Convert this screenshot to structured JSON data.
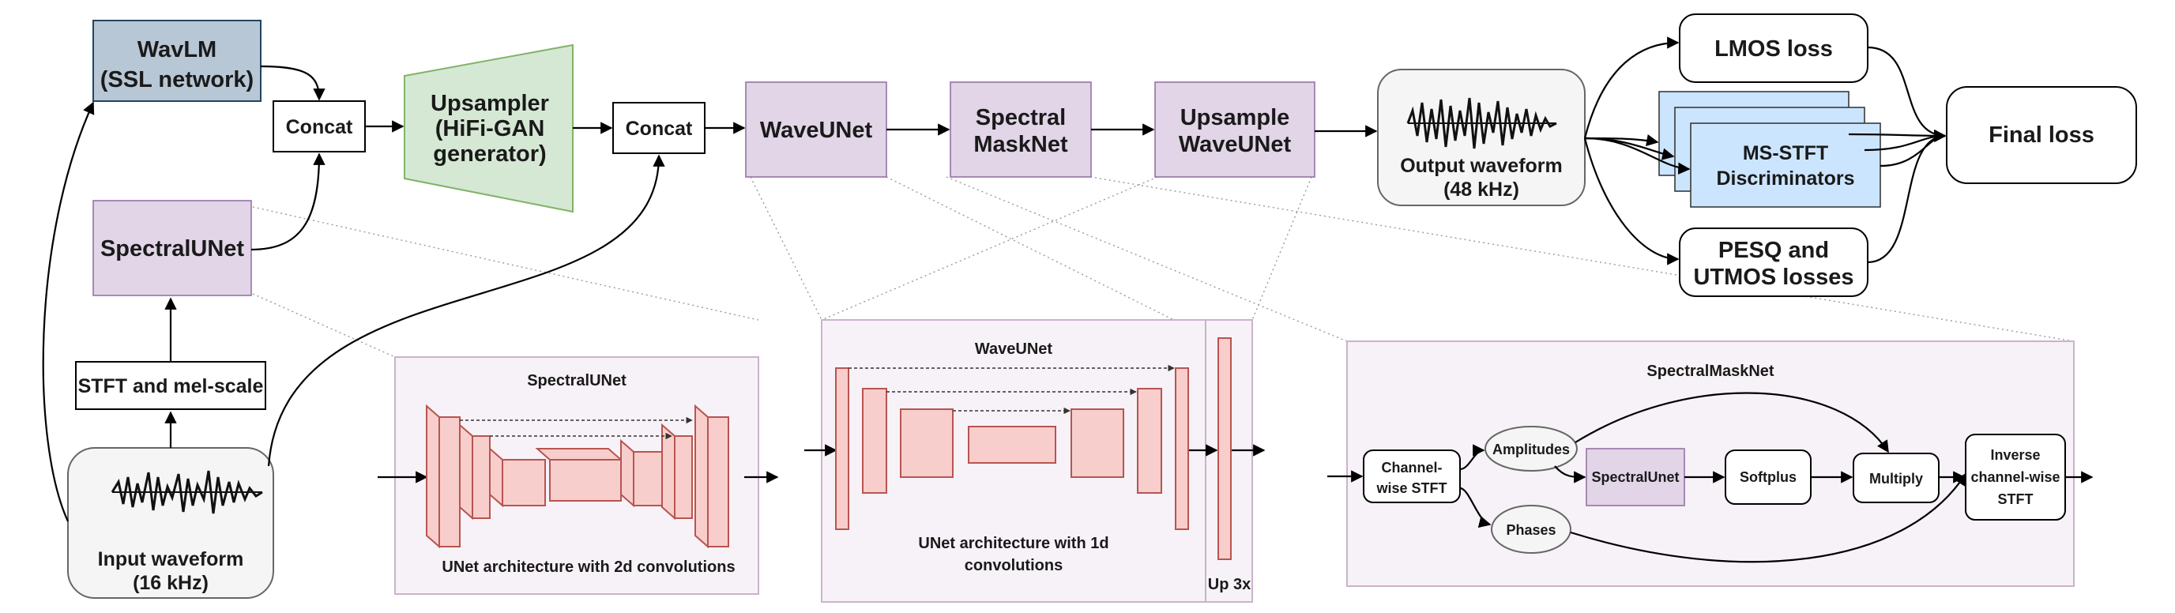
{
  "nodes": {
    "wavlm": [
      "WavLM",
      "(SSL network)"
    ],
    "concat1": "Concat",
    "spectralunet": "SpectralUNet",
    "stft_mel": "STFT and mel-scale",
    "input_waveform": [
      "Input waveform",
      "(16 kHz)"
    ],
    "upsampler": [
      "Upsampler",
      "(HiFi-GAN",
      "generator)"
    ],
    "concat2": "Concat",
    "waveunet": "WaveUNet",
    "spectral_masknet": [
      "Spectral",
      "MaskNet"
    ],
    "upsample_waveunet": [
      "Upsample",
      "WaveUNet"
    ],
    "output_waveform": [
      "Output waveform",
      "(48 kHz)"
    ],
    "lmos_loss": "LMOS loss",
    "msstft": [
      "MS-STFT",
      "Discriminators"
    ],
    "pesq_utmos": [
      "PESQ and",
      "UTMOS losses"
    ],
    "final_loss": "Final loss"
  },
  "panels": {
    "spectralunet": {
      "title": "SpectralUNet",
      "caption": "UNet architecture with 2d convolutions"
    },
    "waveunet": {
      "title": "WaveUNet",
      "caption": [
        "UNet architecture with 1d",
        "convolutions"
      ],
      "up_label": "Up 3x"
    },
    "spectralmasknet": {
      "title": "SpectralMaskNet",
      "channel_stft": [
        "Channel-",
        "wise STFT"
      ],
      "amplitudes": "Amplitudes",
      "phases": "Phases",
      "spectralunet": "SpectralUnet",
      "softplus": "Softplus",
      "multiply": "Multiply",
      "inverse_stft": [
        "Inverse",
        "channel-wise",
        "STFT"
      ]
    }
  },
  "colors": {
    "slate": "#b8c7d6",
    "green": "#d5e8d4",
    "purple": "#e1d5e7",
    "red": "#f8cecc",
    "blue": "#cce5ff",
    "grey": "#f5f5f5"
  }
}
